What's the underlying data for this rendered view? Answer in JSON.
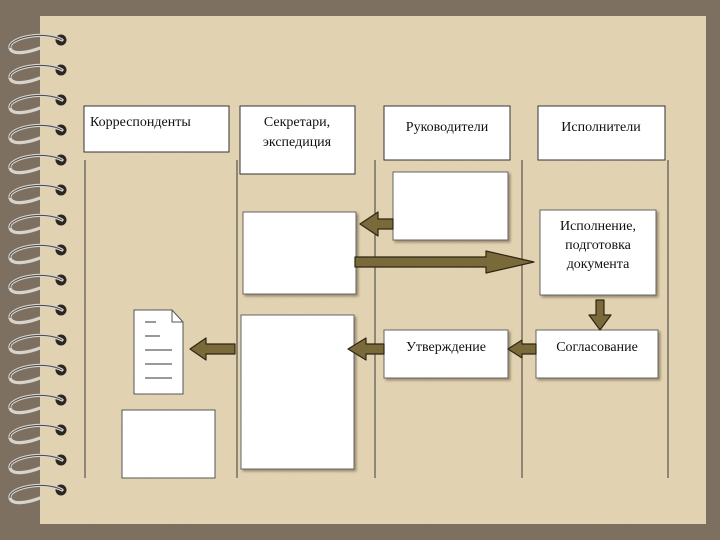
{
  "lanes": {
    "correspondents": "Корреспонденты",
    "secretaries_l1": "Секретари,",
    "secretaries_l2": "экспедиция",
    "managers": "Руководители",
    "executors": "Исполнители"
  },
  "steps": {
    "execution_l1": "Исполнение,",
    "execution_l2": "подготовка",
    "execution_l3": "документа",
    "approval": "Утверждение",
    "agreement": "Согласование"
  },
  "colors": {
    "arrow_fill": "#7a6a3a",
    "arrow_stroke": "#2e2614",
    "paper": "#e5d6b6",
    "frame": "#7d7060"
  },
  "icons": {
    "binding": "spiral-binding-rings",
    "document": "document-page-icon"
  }
}
